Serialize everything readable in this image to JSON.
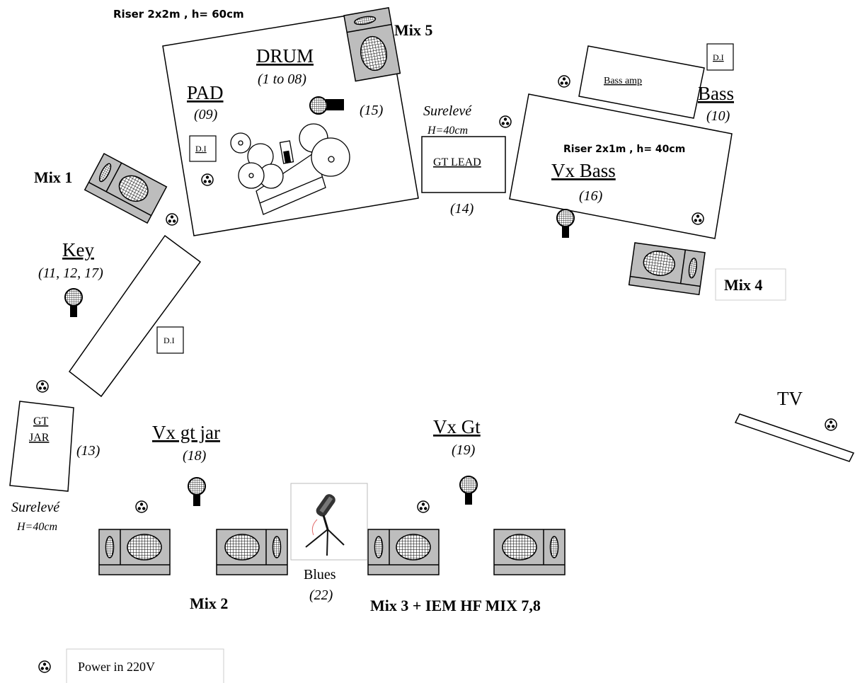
{
  "riser_drum": "Riser 2x2m , h= 60cm",
  "mix5": "Mix 5",
  "drum": {
    "title": "DRUM",
    "ch": "(1  to 08)"
  },
  "pad": {
    "title": "PAD",
    "ch": "(09)"
  },
  "di": "D.I",
  "drum_mic_ch": "(15)",
  "mix1": "Mix 1",
  "surelev": {
    "line1": "Surelevé",
    "line2": "H=40cm"
  },
  "gt_lead": {
    "label": "GT LEAD",
    "ch": "(14)"
  },
  "bass": {
    "title": "Bass",
    "ch": "(10)",
    "amp": "Bass amp"
  },
  "riser_bass": "Riser 2x1m , h= 40cm",
  "vx_bass": {
    "title": "Vx Bass",
    "ch": "(16)"
  },
  "mix4": "Mix 4",
  "key": {
    "title": "Key",
    "ch": "(11, 12, 17)"
  },
  "tv": "TV",
  "gt_jar": {
    "line1": "GT",
    "line2": "JAR",
    "ch": "(13)"
  },
  "vx_gt_jar": {
    "title": "Vx gt jar",
    "ch": "(18)"
  },
  "vx_gt": {
    "title": "Vx Gt",
    "ch": "(19)"
  },
  "blues": {
    "title": "Blues",
    "ch": "(22)"
  },
  "mix2": "Mix 2",
  "mix3": "Mix 3 + IEM HF MIX 7,8",
  "legend_power": "Power in 220V"
}
